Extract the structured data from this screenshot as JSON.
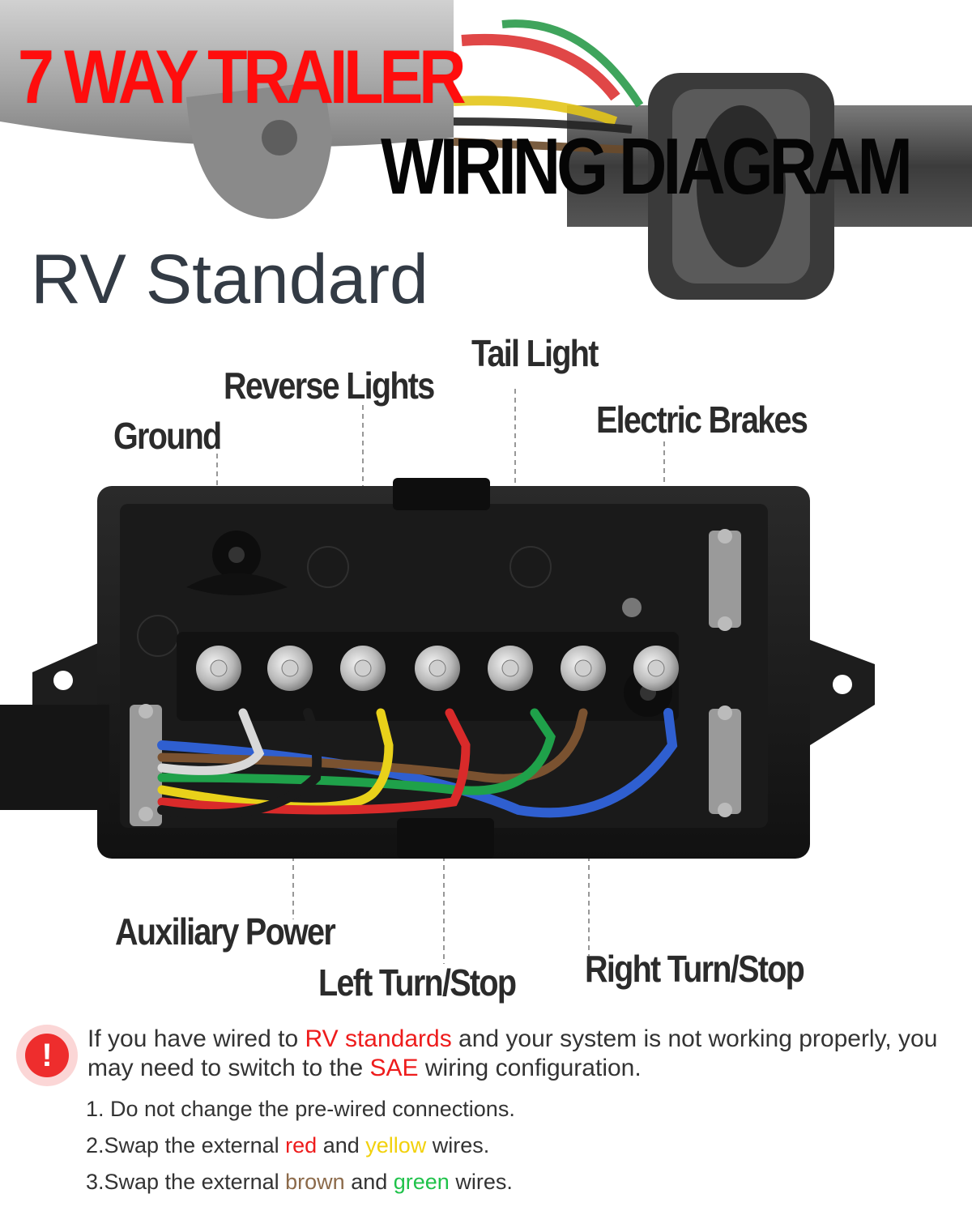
{
  "title": {
    "line1": "7 WAY TRAILER",
    "line2": "WIRING DIAGRAM"
  },
  "subtitle": "RV Standard",
  "labels": {
    "ground": "Ground",
    "reverse_lights": "Reverse Lights",
    "tail_light": "Tail Light",
    "electric_brakes": "Electric Brakes",
    "auxiliary_power": "Auxiliary Power",
    "left_turn_stop": "Left Turn/Stop",
    "right_turn_stop": "Right Turn/Stop"
  },
  "warning_icon": "!",
  "note": {
    "part1": "If you have wired to ",
    "rv_standards": "RV standards",
    "part2": " and your system is not working properly, you may need to switch to the ",
    "sae": "SAE",
    "part3": " wiring configuration."
  },
  "steps": {
    "step1": "1. Do not change the pre-wired connections.",
    "step2_a": "2.Swap the external ",
    "step2_red": "red",
    "step2_and": " and ",
    "step2_yellow": "yellow",
    "step2_end": " wires.",
    "step3_a": "3.Swap the external ",
    "step3_brown": "brown",
    "step3_and": " and ",
    "step3_green": "green",
    "step3_end": " wires."
  },
  "colors": {
    "title_red": "#ff0d0d",
    "wire_blue": "#2f5fd0",
    "wire_brown": "#7a5230",
    "wire_yellow": "#e9d11a",
    "wire_red": "#d92a2a",
    "wire_green": "#1fa14a",
    "wire_white": "#d8d8d8",
    "wire_black": "#1a1a1a"
  },
  "icons": [
    "warning-icon",
    "terminal-stud-icon",
    "cable-clamp-icon",
    "screw-icon"
  ]
}
